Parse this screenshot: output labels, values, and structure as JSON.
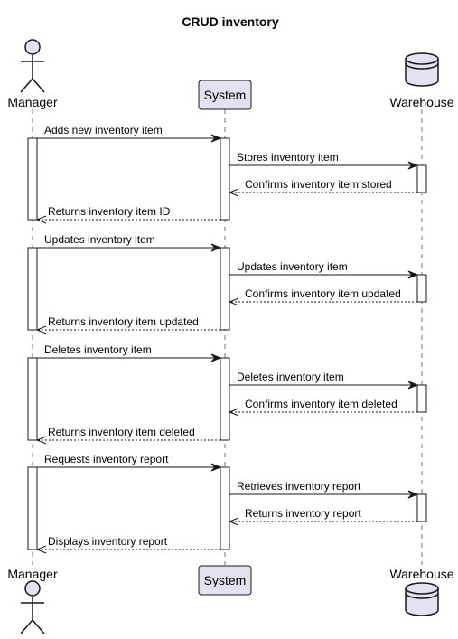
{
  "title": "CRUD inventory",
  "colors": {
    "line": "#181818",
    "participant_fill": "#e2e2f0",
    "activation_fill": "#ffffff",
    "lifeline": "#181818",
    "text": "#000000"
  },
  "participants": [
    {
      "id": "manager",
      "label": "Manager",
      "kind": "actor",
      "icon": "actor-stick-figure-icon"
    },
    {
      "id": "system",
      "label": "System",
      "kind": "participant",
      "icon": "participant-box"
    },
    {
      "id": "warehouse",
      "label": "Warehouse",
      "kind": "database",
      "icon": "database-cylinder-icon"
    }
  ],
  "messages": [
    {
      "from": "manager",
      "to": "system",
      "label": "Adds new inventory item",
      "style": "solid"
    },
    {
      "from": "system",
      "to": "warehouse",
      "label": "Stores inventory item",
      "style": "solid"
    },
    {
      "from": "warehouse",
      "to": "system",
      "label": "Confirms inventory item stored",
      "style": "dashed"
    },
    {
      "from": "system",
      "to": "manager",
      "label": "Returns inventory item ID",
      "style": "dashed"
    },
    {
      "from": "manager",
      "to": "system",
      "label": "Updates inventory item",
      "style": "solid"
    },
    {
      "from": "system",
      "to": "warehouse",
      "label": "Updates inventory item",
      "style": "solid"
    },
    {
      "from": "warehouse",
      "to": "system",
      "label": "Confirms inventory item updated",
      "style": "dashed"
    },
    {
      "from": "system",
      "to": "manager",
      "label": "Returns inventory item updated",
      "style": "dashed"
    },
    {
      "from": "manager",
      "to": "system",
      "label": "Deletes inventory item",
      "style": "solid"
    },
    {
      "from": "system",
      "to": "warehouse",
      "label": "Deletes inventory item",
      "style": "solid"
    },
    {
      "from": "warehouse",
      "to": "system",
      "label": "Confirms inventory item deleted",
      "style": "dashed"
    },
    {
      "from": "system",
      "to": "manager",
      "label": "Returns inventory item deleted",
      "style": "dashed"
    },
    {
      "from": "manager",
      "to": "system",
      "label": "Requests inventory report",
      "style": "solid"
    },
    {
      "from": "system",
      "to": "warehouse",
      "label": "Retrieves inventory report",
      "style": "solid"
    },
    {
      "from": "warehouse",
      "to": "system",
      "label": "Returns inventory report",
      "style": "dashed"
    },
    {
      "from": "system",
      "to": "manager",
      "label": "Displays inventory report",
      "style": "dashed"
    }
  ]
}
